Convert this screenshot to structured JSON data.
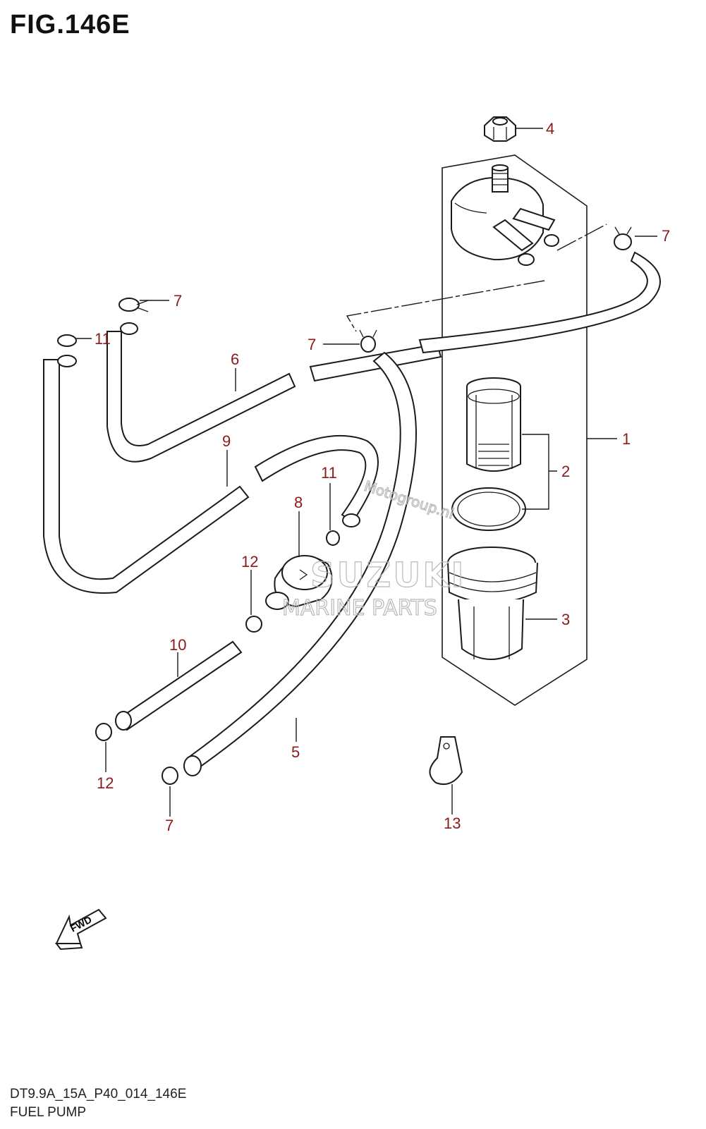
{
  "figure": {
    "title": "FIG.146E",
    "code": "DT9.9A_15A_P40_014_146E",
    "name": "FUEL PUMP"
  },
  "callouts": [
    "1",
    "2",
    "3",
    "4",
    "5",
    "6",
    "7",
    "8",
    "9",
    "10",
    "11",
    "12",
    "13"
  ],
  "callout_labels": {
    "c1": "1",
    "c2": "2",
    "c3": "3",
    "c4": "4",
    "c5": "5",
    "c6": "6",
    "c7a": "7",
    "c7b": "7",
    "c7c": "7",
    "c7d": "7",
    "c8": "8",
    "c9": "9",
    "c10": "10",
    "c11a": "11",
    "c11b": "11",
    "c12a": "12",
    "c12b": "12",
    "c13": "13"
  },
  "fwd_label": "FWD",
  "watermark": {
    "brand": "SUZUKI",
    "sub": "MARINE PARTS",
    "site": "Motogroup.nl"
  },
  "colors": {
    "callout": "#8b1a1a",
    "line": "#1a1a1a",
    "watermark": "#b8b8b8"
  }
}
